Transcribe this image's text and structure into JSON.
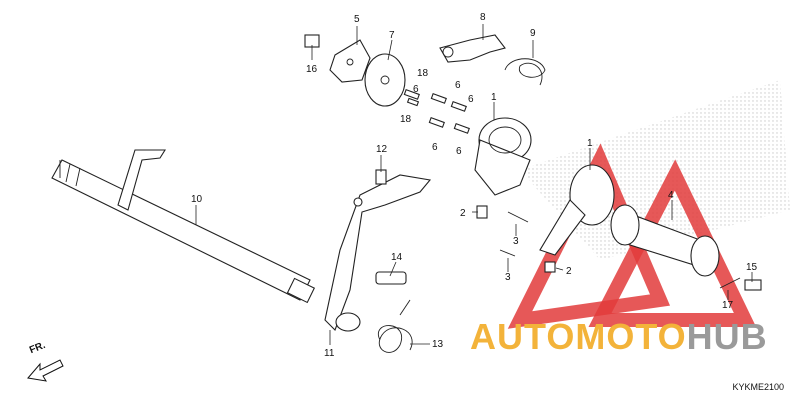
{
  "diagram": {
    "code": "KYKME2100",
    "front_label": "FR.",
    "callouts": [
      "1",
      "1",
      "2",
      "2",
      "3",
      "3",
      "4",
      "5",
      "6",
      "6",
      "6",
      "6",
      "6",
      "7",
      "8",
      "9",
      "10",
      "11",
      "12",
      "13",
      "14",
      "15",
      "16",
      "17",
      "18",
      "18"
    ]
  },
  "watermark": {
    "text_a": "AUTOMOTO",
    "text_b": "HUB",
    "color_a": "#f3b33a",
    "color_b": "#9a9a9a",
    "triangle_color": "#e23b3b"
  }
}
